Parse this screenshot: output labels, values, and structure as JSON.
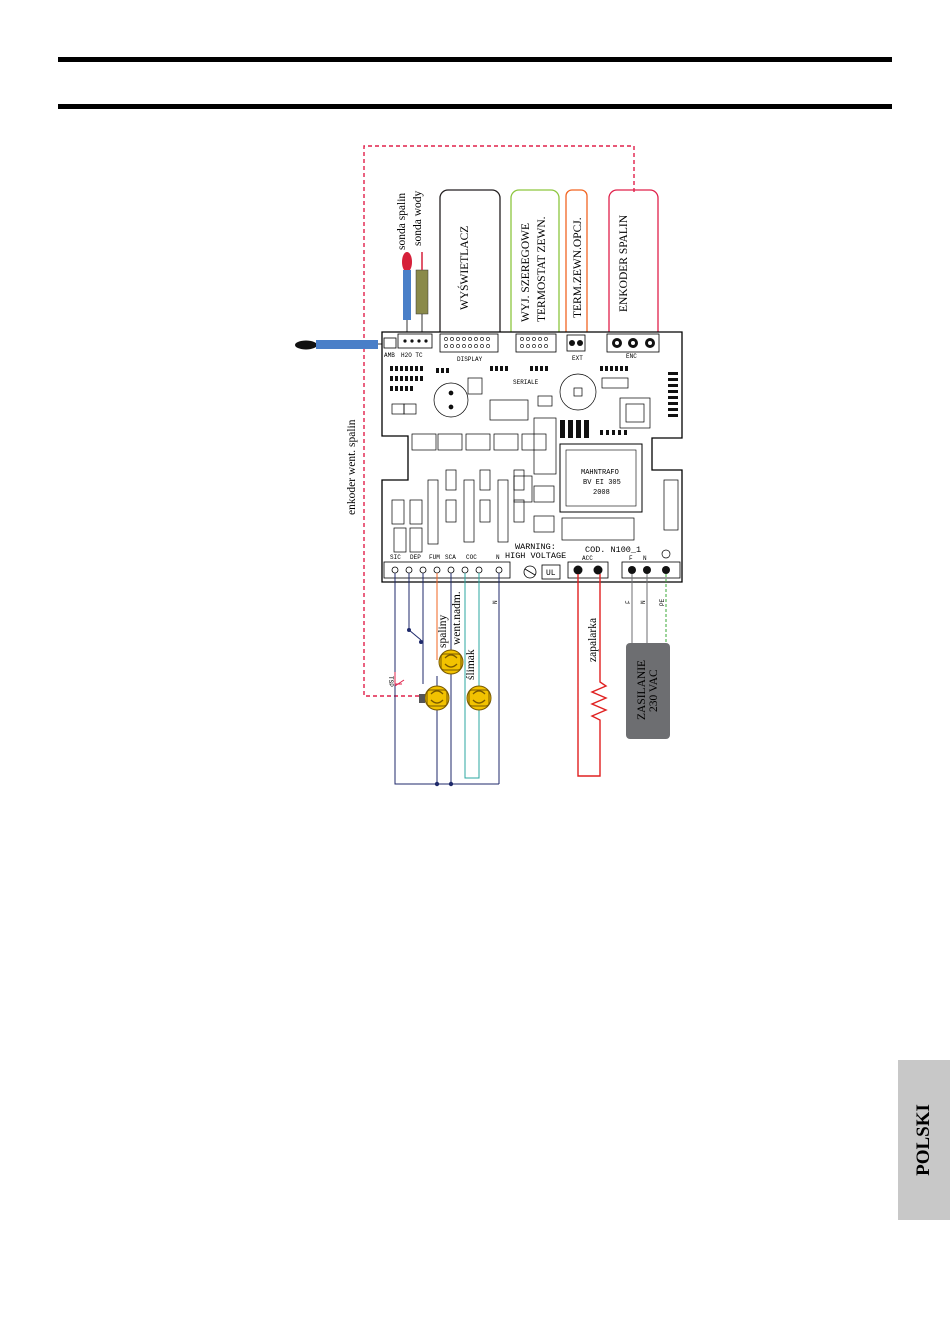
{
  "page": {
    "language_tab": "POLSKI"
  },
  "connector_boxes": {
    "display": "WYŚWIETLACZ",
    "serial_line1": "WYJ. SZEREGOWE",
    "serial_line2": "TERMOSTAT ZEWN.",
    "ext_thermostat": "TERM.ZEWN.OPCJ.",
    "encoder": "ENKODER SPALIN"
  },
  "sensors": {
    "flue_probe": "sonda spalin",
    "water_probe": "sonda wody",
    "fan_encoder": "enkoder went. spalin"
  },
  "board": {
    "header_h2o_tc": "H2O TC",
    "header_display": "DISPLAY",
    "header_seriale": "SERIALE",
    "header_ext": "EXT",
    "header_enc": "ENC",
    "header_amb": "AMB",
    "transformer_line1": "MAHNTRAFO",
    "transformer_line2": "BV EI 305",
    "transformer_line3": "2008",
    "warning_line1": "WARNING:",
    "warning_line2": "HIGH VOLTAGE",
    "code": "COD. N100_1",
    "terminals": [
      "SIC",
      "DEP",
      "FUM",
      "SCA",
      "COC",
      "N"
    ],
    "ignition_terminal": "ACC",
    "power_terminals": [
      "F",
      "N"
    ],
    "cert_mark": "UL"
  },
  "components": {
    "flue_fan": "spaliny",
    "extra_fan": "went.nadm.",
    "auger": "ślimak",
    "safety_thermostat": "TSP",
    "igniter": "zapalarka",
    "power_line1": "ZASILANIE",
    "power_line2": "230 VAC",
    "wire_n": "N",
    "wire_f": "F",
    "wire_pe": "PE"
  },
  "colors": {
    "encoder_dashed": "#e0204a",
    "serial_box": "#8dc63f",
    "ext_box": "#f26522",
    "display_box": "#231f20",
    "probe_blue": "#4a7fc8",
    "probe_olive": "#8a8a4a",
    "probe_red_tip": "#d6203a",
    "motor_yellow": "#f2c200",
    "wire_navy": "#1f2a6b",
    "wire_orange": "#f26522",
    "wire_teal": "#2ba7a0",
    "wire_red": "#e02020",
    "wire_pe_green": "#3aa935",
    "power_box": "#6d6e71"
  }
}
